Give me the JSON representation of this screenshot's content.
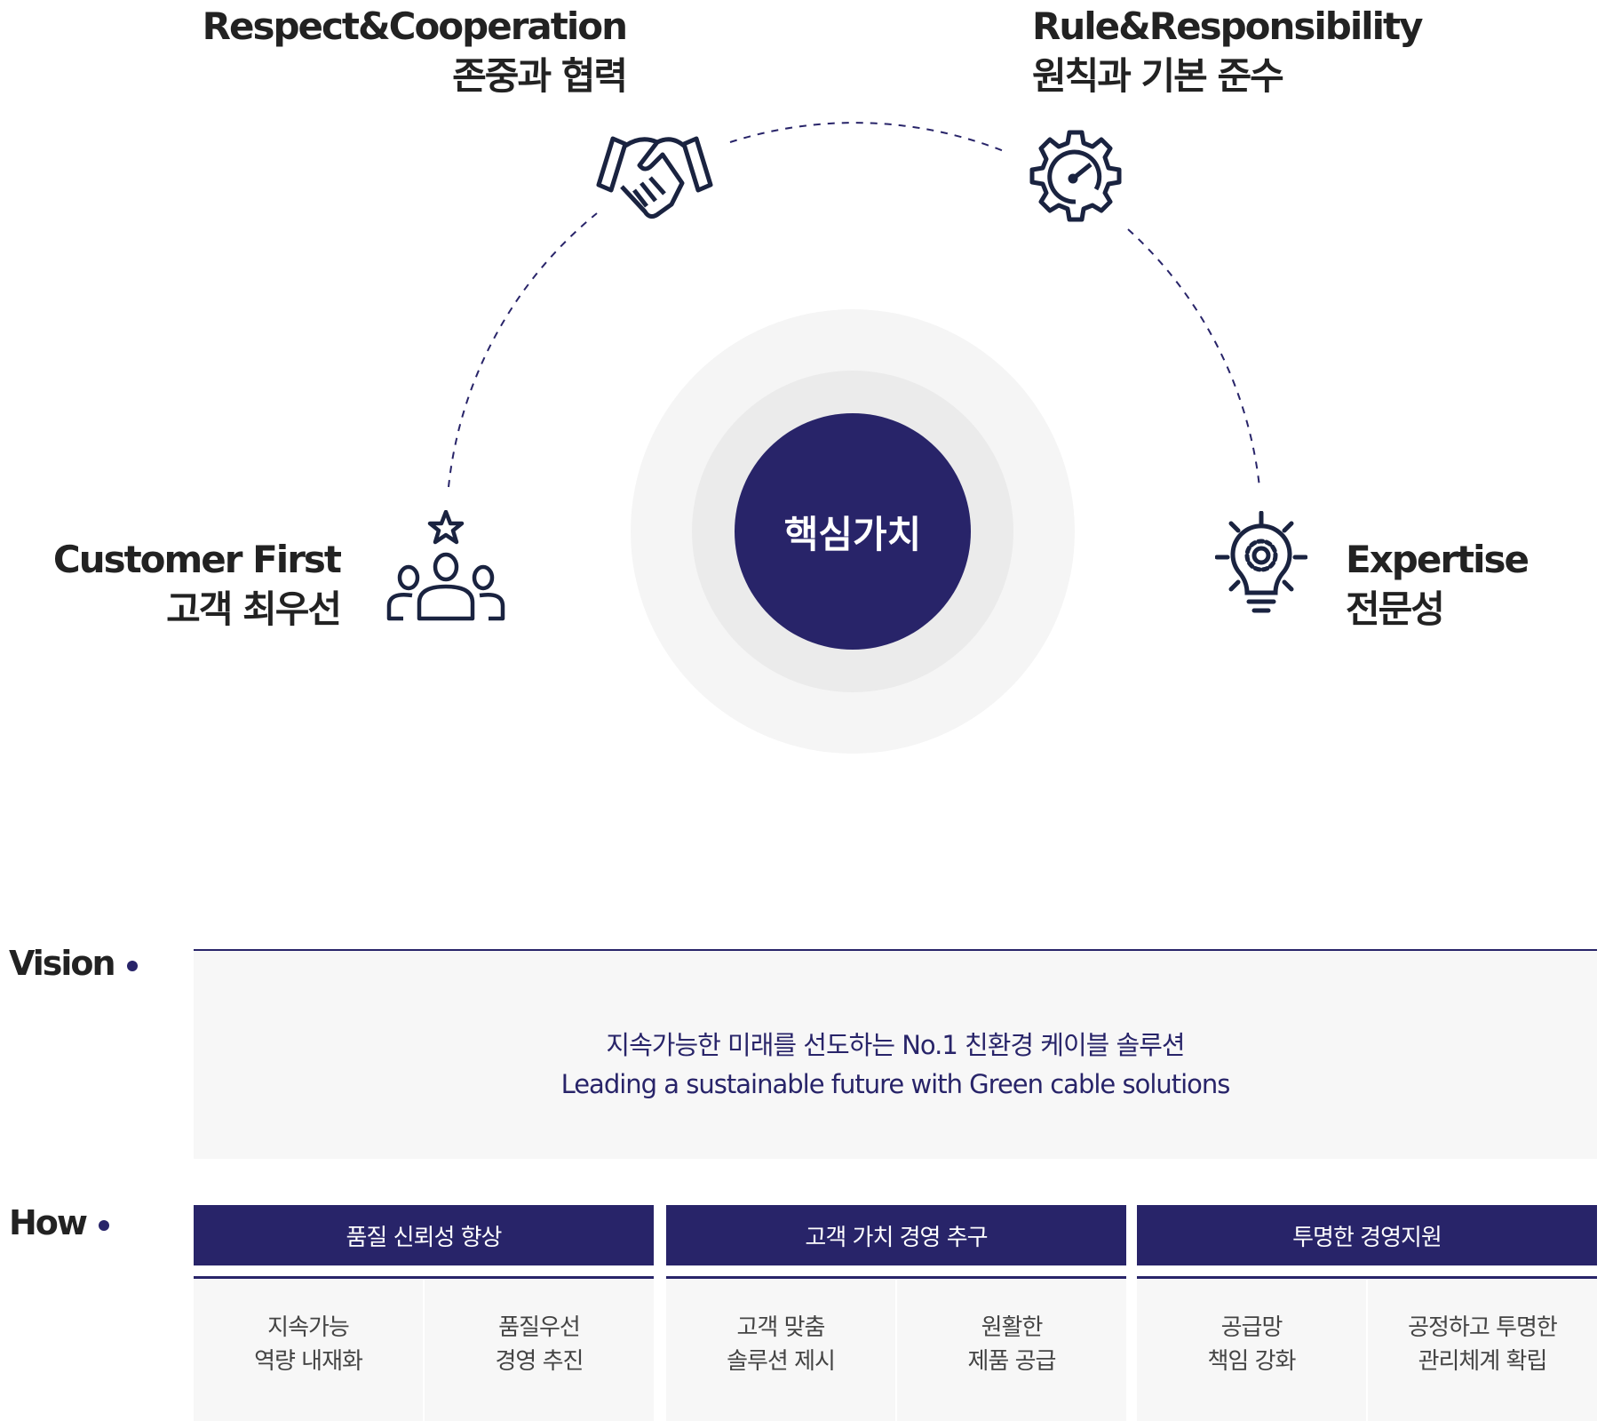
{
  "core": {
    "center_label": "핵심가치"
  },
  "values": [
    {
      "en": "Respect&Cooperation",
      "ko": "존중과 협력",
      "icon": "handshake-icon"
    },
    {
      "en": "Rule&Responsibility",
      "ko": "원칙과 기본 준수",
      "icon": "gear-gauge-icon"
    },
    {
      "en": "Customer First",
      "ko": "고객 최우선",
      "icon": "people-star-icon"
    },
    {
      "en": "Expertise",
      "ko": "전문성",
      "icon": "lightbulb-gear-icon"
    }
  ],
  "vision": {
    "label": "Vision",
    "ko": "지속가능한 미래를 선도하는 No.1 친환경 케이블 솔루션",
    "en": "Leading a sustainable future with Green cable solutions"
  },
  "how": {
    "label": "How",
    "columns": [
      {
        "title": "품질 신뢰성 향상",
        "items": [
          [
            "지속가능",
            "역량 내재화"
          ],
          [
            "품질우선",
            "경영 추진"
          ]
        ]
      },
      {
        "title": "고객 가치 경영 추구",
        "items": [
          [
            "고객 맞춤",
            "솔루션 제시"
          ],
          [
            "원활한",
            "제품 공급"
          ]
        ]
      },
      {
        "title": "투명한 경영지원",
        "items": [
          [
            "공급망",
            "책임 강화"
          ],
          [
            "공정하고 투명한",
            "관리체계 확립"
          ]
        ]
      }
    ]
  },
  "colors": {
    "navy": "#282469",
    "icon": "#1a2340",
    "ring_outer": "#f5f5f5",
    "ring_mid": "#ebebeb"
  }
}
